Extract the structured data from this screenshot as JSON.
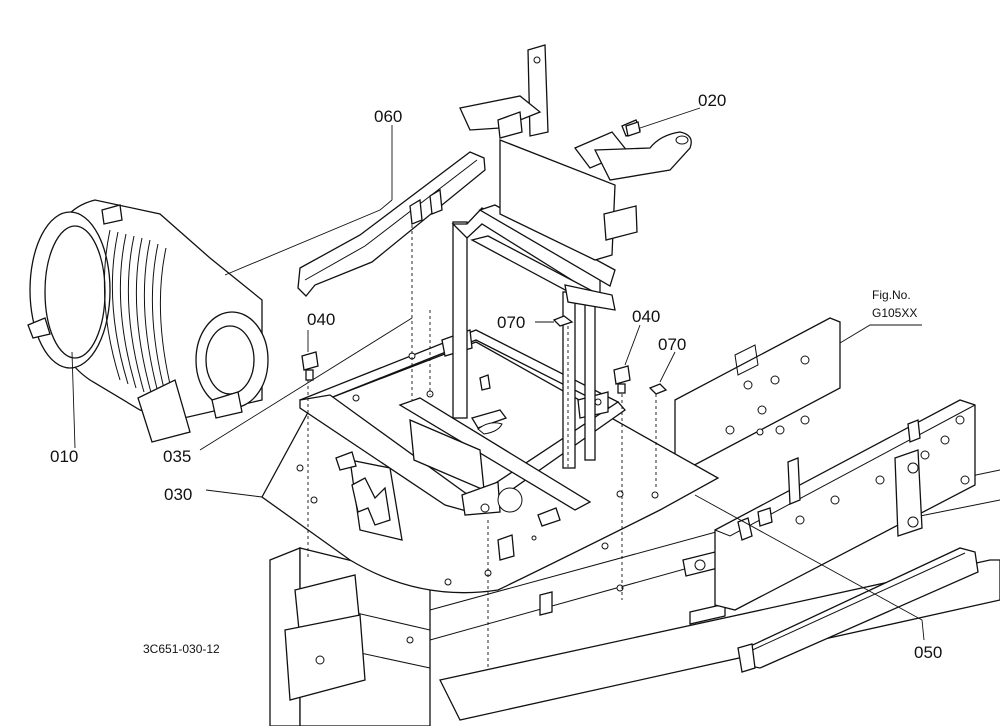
{
  "callouts": {
    "p010": "010",
    "p020": "020",
    "p030": "030",
    "p035": "035",
    "p040a": "040",
    "p040b": "040",
    "p050": "050",
    "p060": "060",
    "p070a": "070",
    "p070b": "070"
  },
  "reference": {
    "fig_label": "Fig.No.",
    "fig_number": "G105XX"
  },
  "drawing_code": "3C651-030-12"
}
